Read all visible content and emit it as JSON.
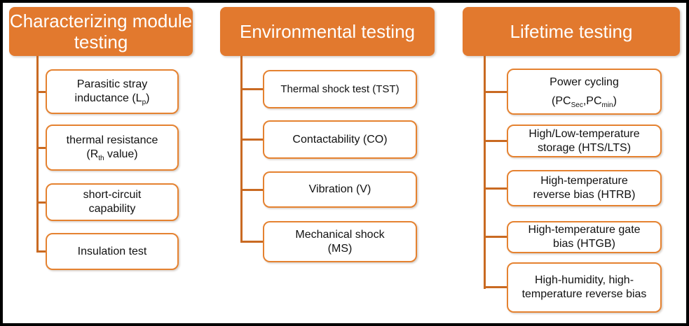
{
  "colors": {
    "header_fill": "#e2792e",
    "node_border": "#e58230",
    "connector": "#c96a22",
    "header_text": "#ffffff",
    "node_text": "#111111",
    "canvas_border": "#000000",
    "background": "#ffffff"
  },
  "columns": [
    {
      "title": "Characterizing module testing",
      "items": [
        {
          "line1": "Parasitic stray",
          "line2_pre": "inductance (L",
          "line2_sub": "p",
          "line2_post": ")"
        },
        {
          "line1": "thermal resistance",
          "line2_pre": "(R",
          "line2_sub": "th",
          "line2_post": " value)"
        },
        {
          "line1": "short-circuit",
          "line2": "capability"
        },
        {
          "text": "Insulation test"
        }
      ]
    },
    {
      "title": "Environmental testing",
      "items": [
        {
          "text": "Thermal shock test (TST)"
        },
        {
          "text": "Contactability (CO)"
        },
        {
          "text": "Vibration (V)"
        },
        {
          "line1": "Mechanical shock",
          "line2": "(MS)"
        }
      ]
    },
    {
      "title": "Lifetime testing",
      "items": [
        {
          "line1": "Power cycling",
          "line2_pre": "(PC",
          "line2_sub1": "Sec",
          "line2_mid": ",PC",
          "line2_sub2": "min",
          "line2_post": ")"
        },
        {
          "line1": "High/Low-temperature",
          "line2": "storage (HTS/LTS)"
        },
        {
          "line1": "High-temperature",
          "line2": "reverse bias (HTRB)"
        },
        {
          "line1": "High-temperature gate",
          "line2": "bias (HTGB)"
        },
        {
          "line1": "High-humidity, high-",
          "line2": "temperature reverse bias"
        }
      ]
    }
  ]
}
